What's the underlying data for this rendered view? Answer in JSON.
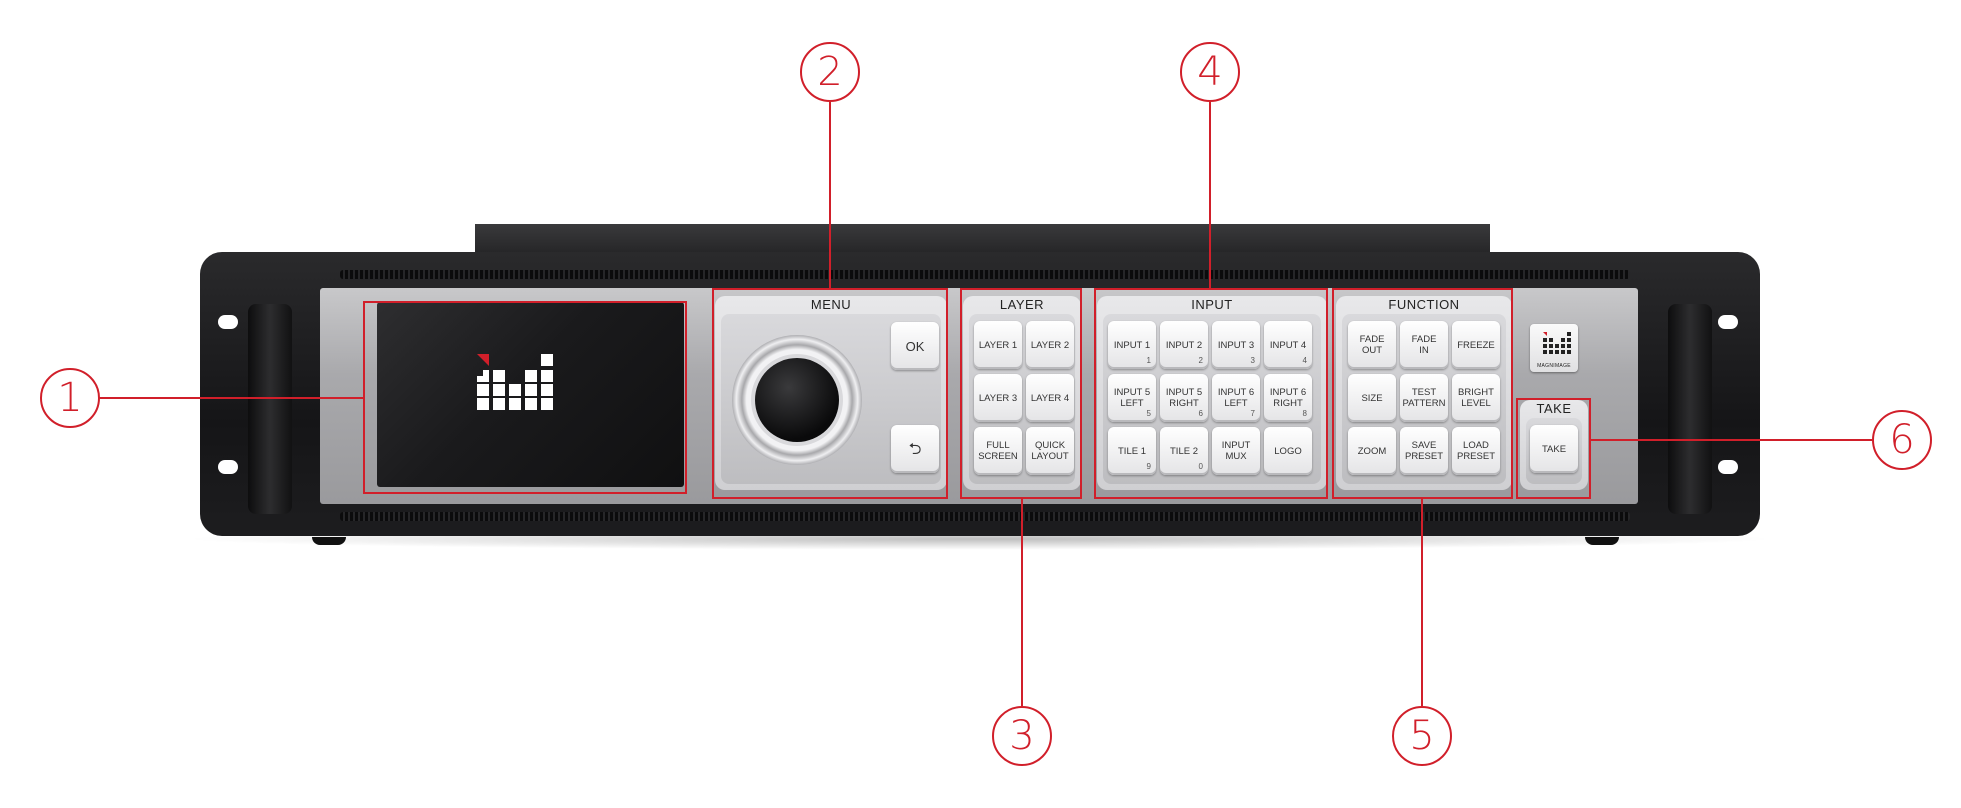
{
  "device": {
    "lcd_logo": "Magnimage logo",
    "badge_text": "MAGNIMAGE"
  },
  "sections": {
    "menu": {
      "title": "MENU",
      "ok": "OK",
      "back": "⮌"
    },
    "layer": {
      "title": "LAYER",
      "keys": [
        "LAYER 1",
        "LAYER 2",
        "LAYER 3",
        "LAYER 4",
        "FULL\nSCREEN",
        "QUICK\nLAYOUT"
      ]
    },
    "input": {
      "title": "INPUT",
      "keys": [
        {
          "label": "INPUT 1",
          "num": "1"
        },
        {
          "label": "INPUT 2",
          "num": "2"
        },
        {
          "label": "INPUT 3",
          "num": "3"
        },
        {
          "label": "INPUT 4",
          "num": "4"
        },
        {
          "label": "INPUT 5\nLEFT",
          "num": "5"
        },
        {
          "label": "INPUT 5\nRIGHT",
          "num": "6"
        },
        {
          "label": "INPUT 6\nLEFT",
          "num": "7"
        },
        {
          "label": "INPUT 6\nRIGHT",
          "num": "8"
        },
        {
          "label": "TILE 1",
          "num": "9"
        },
        {
          "label": "TILE 2",
          "num": "0"
        },
        {
          "label": "INPUT\nMUX",
          "num": ""
        },
        {
          "label": "LOGO",
          "num": ""
        }
      ]
    },
    "function": {
      "title": "FUNCTION",
      "keys": [
        "FADE\nOUT",
        "FADE\nIN",
        "FREEZE",
        "SIZE",
        "TEST\nPATTERN",
        "BRIGHT\nLEVEL",
        "ZOOM",
        "SAVE\nPRESET",
        "LOAD\nPRESET"
      ]
    },
    "take": {
      "title": "TAKE",
      "key": "TAKE"
    }
  },
  "callouts": [
    "1",
    "2",
    "3",
    "4",
    "5",
    "6"
  ],
  "colors": {
    "annotation": "#d11f2a",
    "chassis": "#1b1b1d",
    "faceplate": "#b3b3b6"
  }
}
